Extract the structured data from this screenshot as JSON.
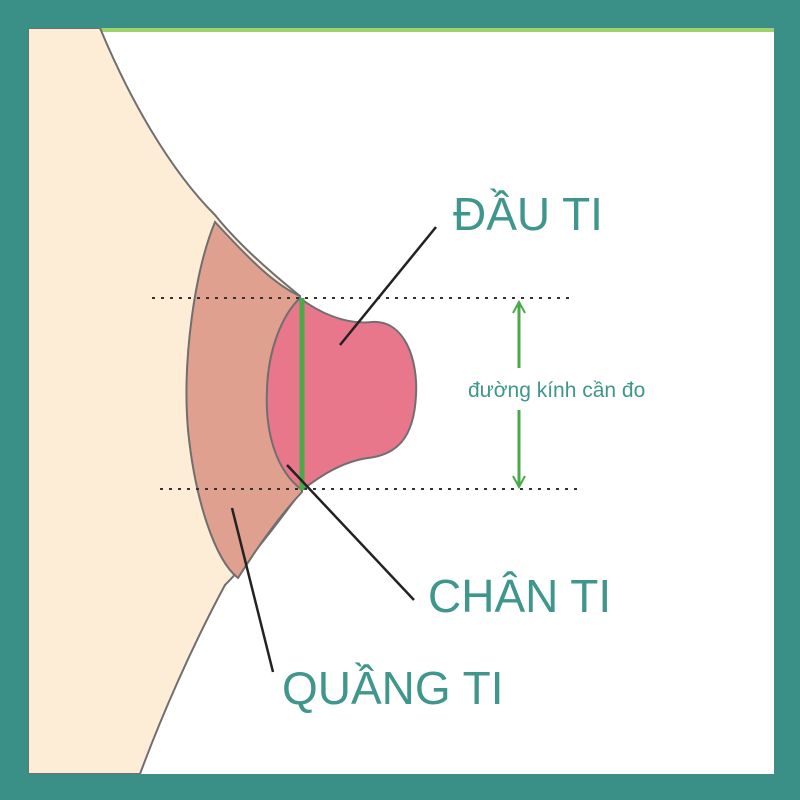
{
  "labels": {
    "nipple": "ĐẦU TI",
    "nipple_base": "CHÂN TI",
    "areola": "QUẦNG TI",
    "measure": "đường kính cần đo"
  },
  "colors": {
    "frame": "#3a8f86",
    "skin": "#fdecd6",
    "areola": "#dfa08f",
    "nipple": "#e8778b",
    "outline": "#6f6f6f",
    "label_text": "#3f968c",
    "measure_line": "#4aaa4a"
  }
}
